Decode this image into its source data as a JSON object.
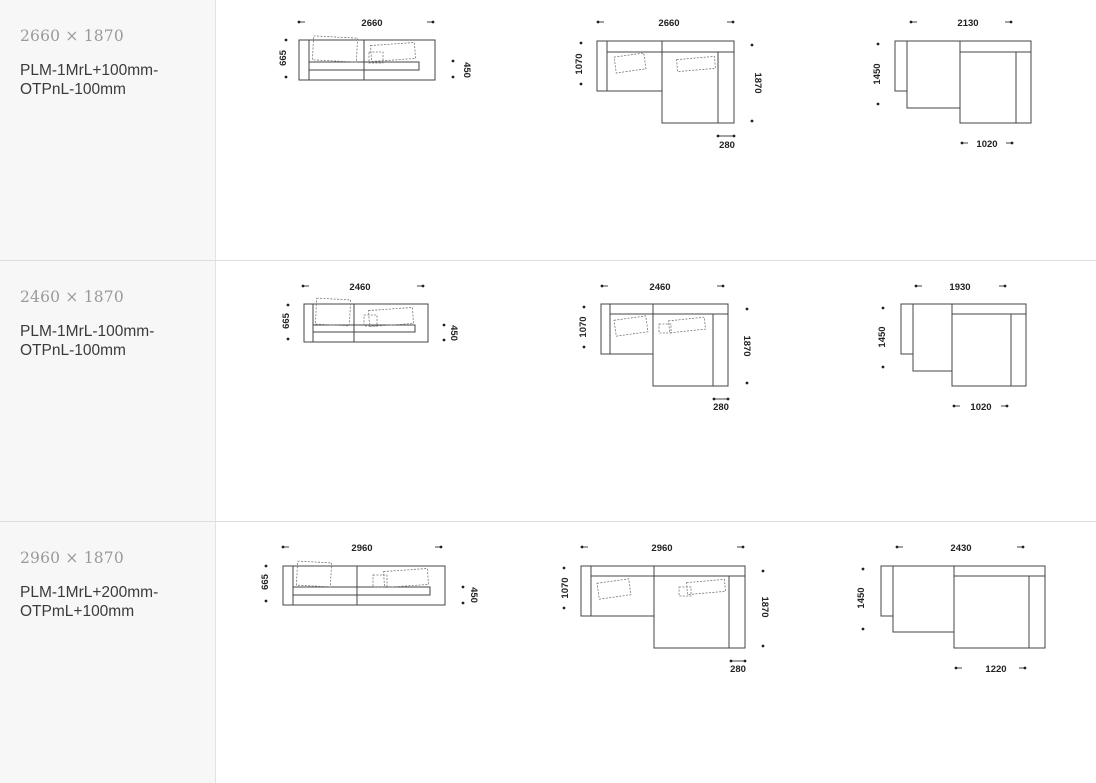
{
  "colors": {
    "label_bg": "#f7f7f7",
    "divider": "#e3e3e3",
    "line": "#444444",
    "size_text": "#9a9a9a",
    "code_text": "#3b3b3b"
  },
  "rows": [
    {
      "size": "2660 × 1870",
      "code": "PLM-1MrL+100mm-OTPnL-100mm",
      "front": {
        "width": "2660",
        "height": "665",
        "seat": "450"
      },
      "plan": {
        "width": "2660",
        "depth_left": "1070",
        "depth_right": "1870",
        "arm": "280"
      },
      "module": {
        "width": "2130",
        "depth": "1450",
        "chaise": "1020"
      }
    },
    {
      "size": "2460 × 1870",
      "code": "PLM-1MrL-100mm-OTPnL-100mm",
      "front": {
        "width": "2460",
        "height": "665",
        "seat": "450"
      },
      "plan": {
        "width": "2460",
        "depth_left": "1070",
        "depth_right": "1870",
        "arm": "280"
      },
      "module": {
        "width": "1930",
        "depth": "1450",
        "chaise": "1020"
      }
    },
    {
      "size": "2960 × 1870",
      "code": "PLM-1MrL+200mm-OTPmL+100mm",
      "front": {
        "width": "2960",
        "height": "665",
        "seat": "450"
      },
      "plan": {
        "width": "2960",
        "depth_left": "1070",
        "depth_right": "1870",
        "arm": "280"
      },
      "module": {
        "width": "2430",
        "depth": "1450",
        "chaise": "1220"
      }
    }
  ]
}
